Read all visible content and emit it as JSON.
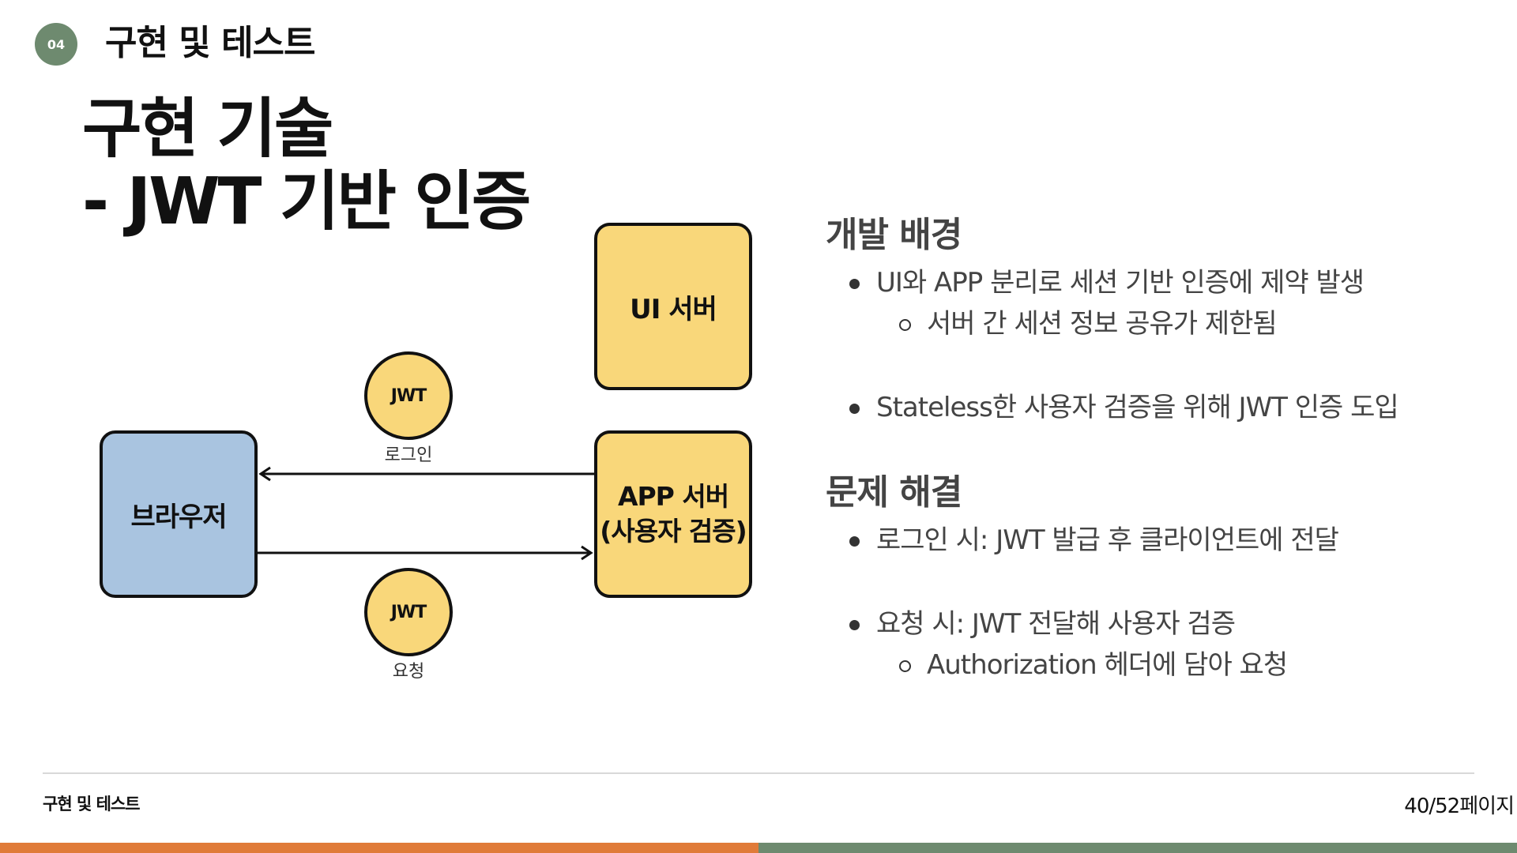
{
  "header": {
    "section_number": "04",
    "section_title": "구현 및 테스트"
  },
  "title": {
    "line1": "구현 기술",
    "line2": "- JWT 기반 인증"
  },
  "diagram": {
    "browser_label": "브라우저",
    "ui_server_label": "UI 서버",
    "app_server_line1": "APP 서버",
    "app_server_line2": "(사용자 검증)",
    "jwt_top": "JWT",
    "jwt_top_caption": "로그인",
    "jwt_bottom": "JWT",
    "jwt_bottom_caption": "요청"
  },
  "background_section": {
    "heading": "개발 배경",
    "bullet1": "UI와 APP 분리로 세션 기반 인증에 제약 발생",
    "bullet1_sub": "서버 간 세션 정보 공유가 제한됨",
    "bullet2": "Stateless한 사용자 검증을 위해 JWT 인증 도입"
  },
  "solution_section": {
    "heading": "문제 해결",
    "bullet1": "로그인 시: JWT 발급 후 클라이언트에 전달",
    "bullet2": "요청 시: JWT 전달해 사용자 검증",
    "bullet2_sub": "Authorization 헤더에 담아 요청"
  },
  "footer": {
    "left_text": "구현 및 테스트",
    "page_indicator": "40/52페이지"
  },
  "colors": {
    "accent_green": "#6e8a6f",
    "accent_orange": "#e07b39",
    "box_blue": "#a9c4e0",
    "box_yellow": "#f9d77a"
  }
}
